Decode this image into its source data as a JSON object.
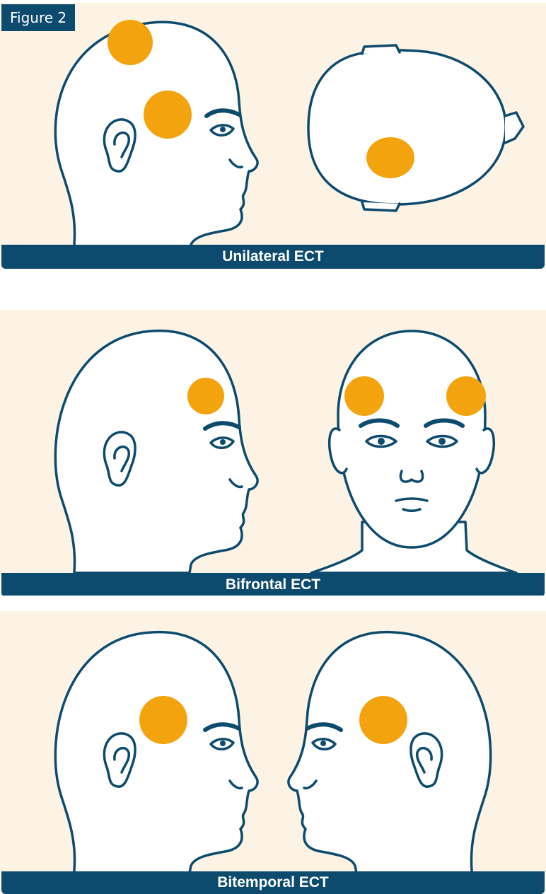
{
  "figure": {
    "label": "Figure 2"
  },
  "panels": [
    {
      "caption": "Unilateral ECT"
    },
    {
      "caption": "Bifrontal ECT"
    },
    {
      "caption": "Bitemporal ECT"
    }
  ],
  "colors": {
    "background": "#fdf3e4",
    "line": "#0d4b6e",
    "electrode": "#f3a30d",
    "caption_bar": "#0d4b6e"
  },
  "icons": [
    "head-profile-icon",
    "head-top-view-icon",
    "head-front-icon",
    "ear-icon",
    "eye-icon",
    "electrode-pad-icon"
  ]
}
